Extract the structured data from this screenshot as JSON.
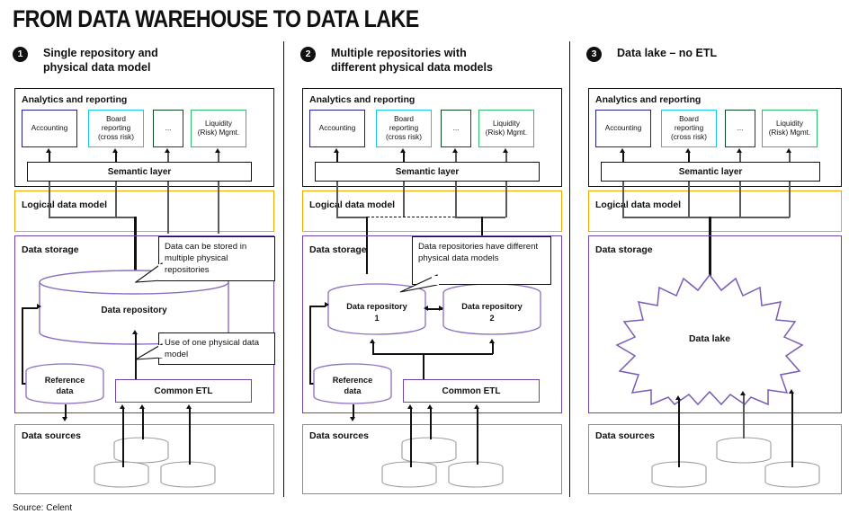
{
  "title": "FROM DATA WAREHOUSE TO DATA LAKE",
  "source_note": "Source: Celent",
  "colors": {
    "accounting_border": "#1f1f8f",
    "board_border": "#19c6ef",
    "ellipsis_border": "#0b4a23",
    "liquidity_border": "#2fba6e",
    "logical_model_border": "#f0a500",
    "data_storage_border": "#6b46a8",
    "data_sources_border": "#8c8c8c",
    "connector_gray": "#5a5a5a",
    "connector_black": "#111111"
  },
  "common": {
    "analytics_label": "Analytics and reporting",
    "semantic_label": "Semantic layer",
    "logical_label": "Logical data model",
    "storage_label": "Data storage",
    "sources_label": "Data sources",
    "etl_label": "Common ETL",
    "reference_label_1": "Reference",
    "reference_label_2": "data",
    "apps": [
      {
        "label": "Accounting",
        "color_key": "navy"
      },
      {
        "label": "Board reporting (cross risk)",
        "line1": "Board",
        "line2": "reporting",
        "line3": "(cross risk)",
        "color_key": "cyan"
      },
      {
        "label": "...",
        "color_key": "dgreen"
      },
      {
        "label": "Liquidity (Risk) Mgmt.",
        "line1": "Liquidity",
        "line2": "(Risk) Mgmt.",
        "color_key": "green"
      }
    ]
  },
  "panels": [
    {
      "number": "1",
      "heading_line1": "Single repository and",
      "heading_line2": "physical data model",
      "repository_label": "Data repository",
      "callouts": [
        {
          "text": "Data can be stored in multiple physical repositories"
        },
        {
          "text": "Use of one physical data model"
        }
      ]
    },
    {
      "number": "2",
      "heading_line1": "Multiple repositories with",
      "heading_line2": "different physical data models",
      "repository_1_line1": "Data repository",
      "repository_1_line2": "1",
      "repository_2_line1": "Data repository",
      "repository_2_line2": "2",
      "callouts": [
        {
          "text": "Data repositories have different physical data models"
        }
      ]
    },
    {
      "number": "3",
      "heading_line1": "Data lake – no ETL",
      "heading_line2": "",
      "lake_label": "Data lake",
      "callouts": []
    }
  ]
}
